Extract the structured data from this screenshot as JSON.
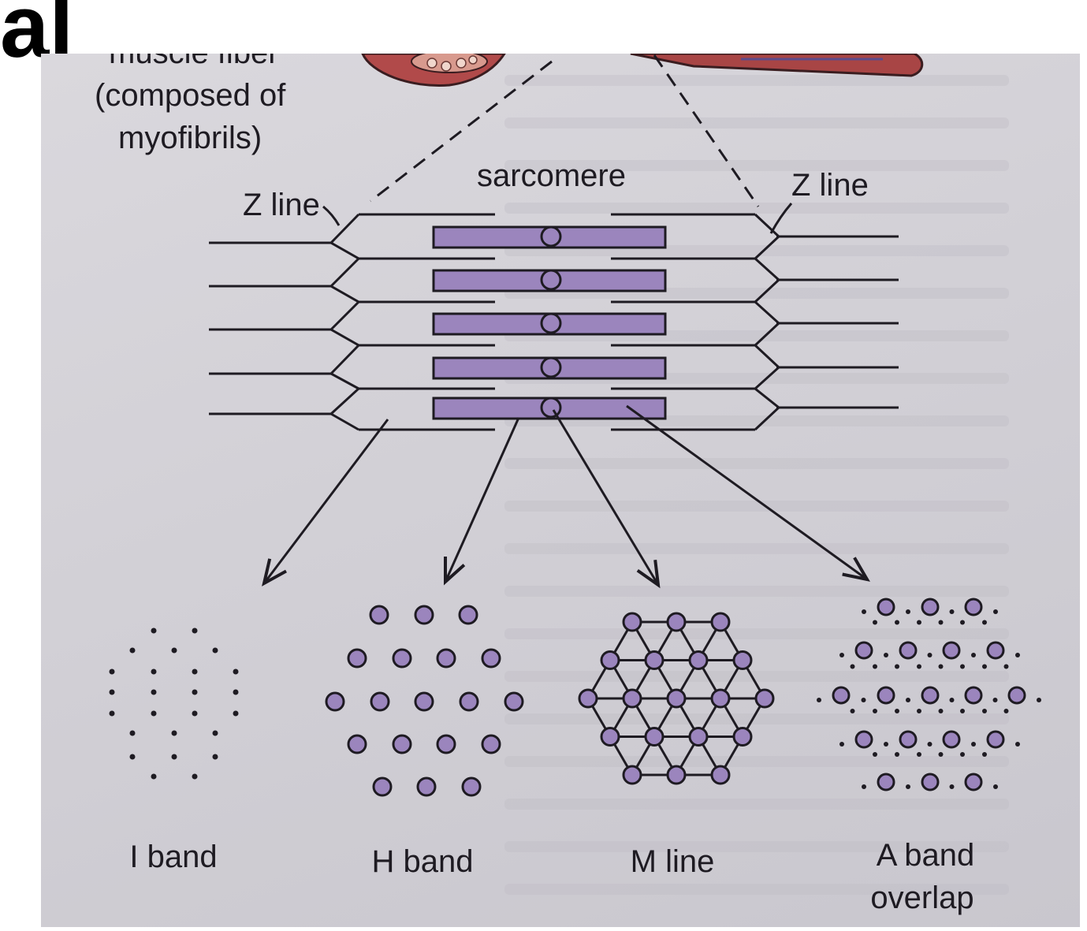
{
  "slide": {
    "title_fragment": "al"
  },
  "diagram": {
    "fiber_caption": {
      "line0": "muscle fiber",
      "line1": "(composed of",
      "line2": "myofibrils)"
    },
    "sarcomere_label": "sarcomere",
    "z_line_left": "Z line",
    "z_line_right": "Z line",
    "cross_sections": [
      {
        "id": "i-band",
        "label_lines": [
          "I band"
        ]
      },
      {
        "id": "h-band",
        "label_lines": [
          "H band"
        ]
      },
      {
        "id": "m-line",
        "label_lines": [
          "M line"
        ]
      },
      {
        "id": "a-band-overlap",
        "label_lines": [
          "A band",
          "overlap"
        ]
      }
    ],
    "colors": {
      "ink": "#1e1b22",
      "thick_filament": "#9b85bd",
      "muscle_red": "#b14a4a"
    }
  }
}
